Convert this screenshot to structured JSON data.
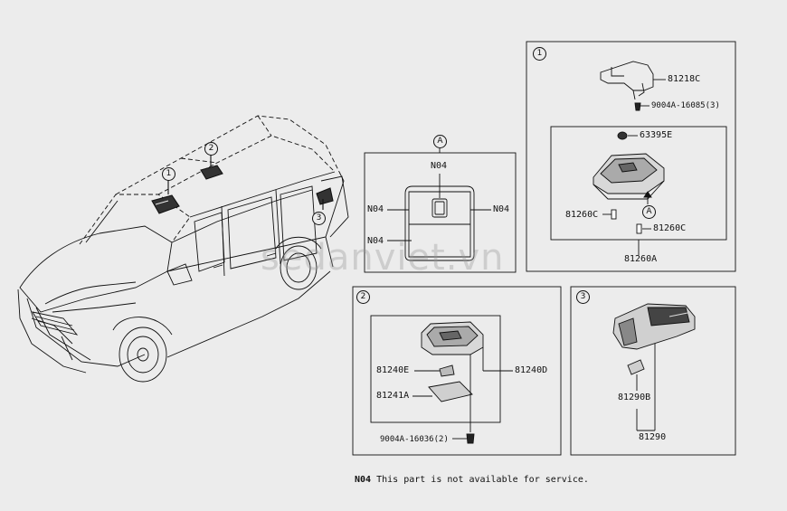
{
  "callouts": {
    "one": "1",
    "two": "2",
    "three": "3",
    "a": "A"
  },
  "watermark": "sedanviet.vn",
  "box_a": {
    "code_top": "N04",
    "code_left": "N04",
    "code_right": "N04",
    "code_bottom": "N04"
  },
  "box_1": {
    "bracket": "81218C",
    "screw": "9004A-16085(3)",
    "cap": "63395E",
    "bulb_left": "81260C",
    "bulb_right": "81260C",
    "assembly": "81260A"
  },
  "box_2": {
    "bulb": "81240E",
    "lens": "81241A",
    "assembly": "81240D",
    "screw": "9004A-16036(2)"
  },
  "box_3": {
    "bulb": "81290B",
    "assembly": "81290"
  },
  "footnote": {
    "code": "N04",
    "text": "This part is not available for service."
  }
}
